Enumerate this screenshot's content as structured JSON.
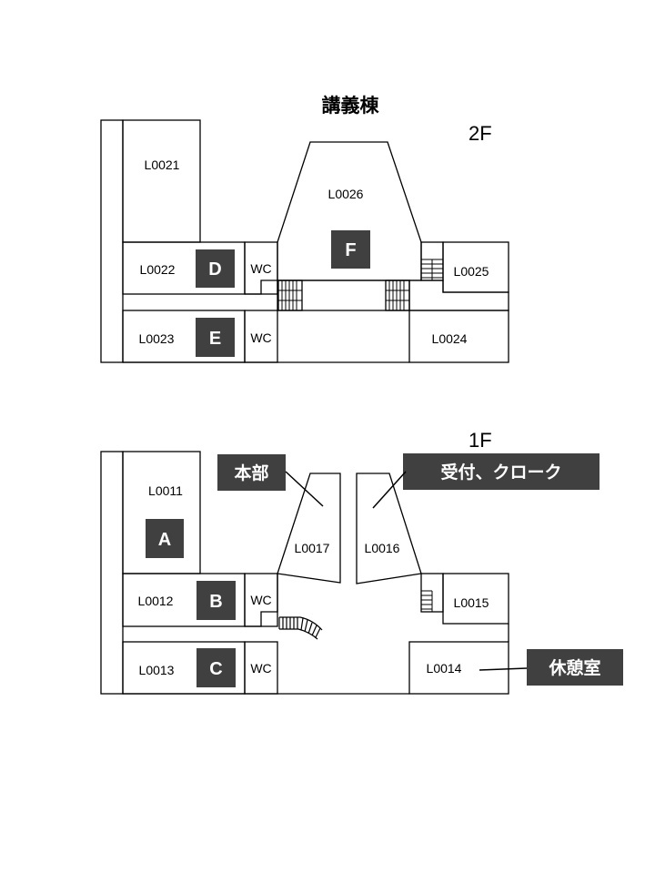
{
  "building_title": "講義棟",
  "colors": {
    "badge_bg": "#404040",
    "badge_text": "#ffffff",
    "line": "#000000",
    "background": "#ffffff"
  },
  "floor2": {
    "label": "2F",
    "rooms": {
      "l0021": "L0021",
      "l0022": "L0022",
      "l0023": "L0023",
      "l0024": "L0024",
      "l0025": "L0025",
      "l0026": "L0026"
    },
    "wc_upper": "WC",
    "wc_lower": "WC",
    "badges": {
      "d": "D",
      "e": "E",
      "f": "F"
    }
  },
  "floor1": {
    "label": "1F",
    "rooms": {
      "l0011": "L0011",
      "l0012": "L0012",
      "l0013": "L0013",
      "l0014": "L0014",
      "l0015": "L0015",
      "l0016": "L0016",
      "l0017": "L0017"
    },
    "wc_upper": "WC",
    "wc_lower": "WC",
    "badges": {
      "a": "A",
      "b": "B",
      "c": "C"
    },
    "callouts": {
      "honbu": "本部",
      "reception": "受付、クローク",
      "lounge": "休憩室"
    }
  }
}
